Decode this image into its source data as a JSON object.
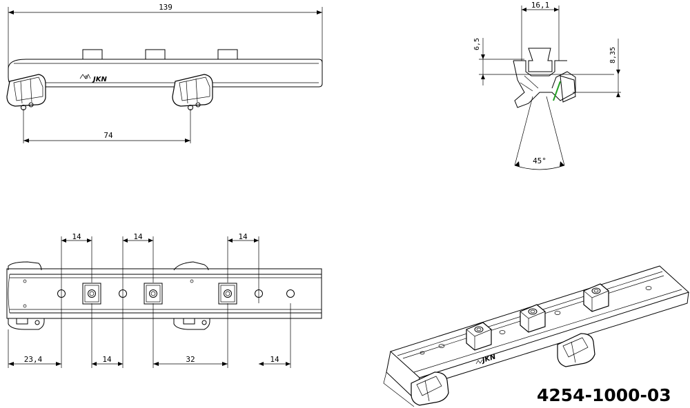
{
  "drawing": {
    "part_number": "4254-1000-03",
    "logo_text": "JKN",
    "side_view": {
      "overall_length": "139",
      "lever_spacing": "74"
    },
    "end_view": {
      "top_width": "16,1",
      "height_left": "6,5",
      "height_right": "8,35",
      "angle": "45°"
    },
    "top_view": {
      "slot_width_1": "14",
      "slot_width_2": "14",
      "slot_width_3": "14",
      "offset_left": "23,4",
      "bottom_width_1": "14",
      "spacing": "32",
      "bottom_width_2": "14"
    },
    "iso_view": {
      "logo_text": "JKN"
    }
  }
}
